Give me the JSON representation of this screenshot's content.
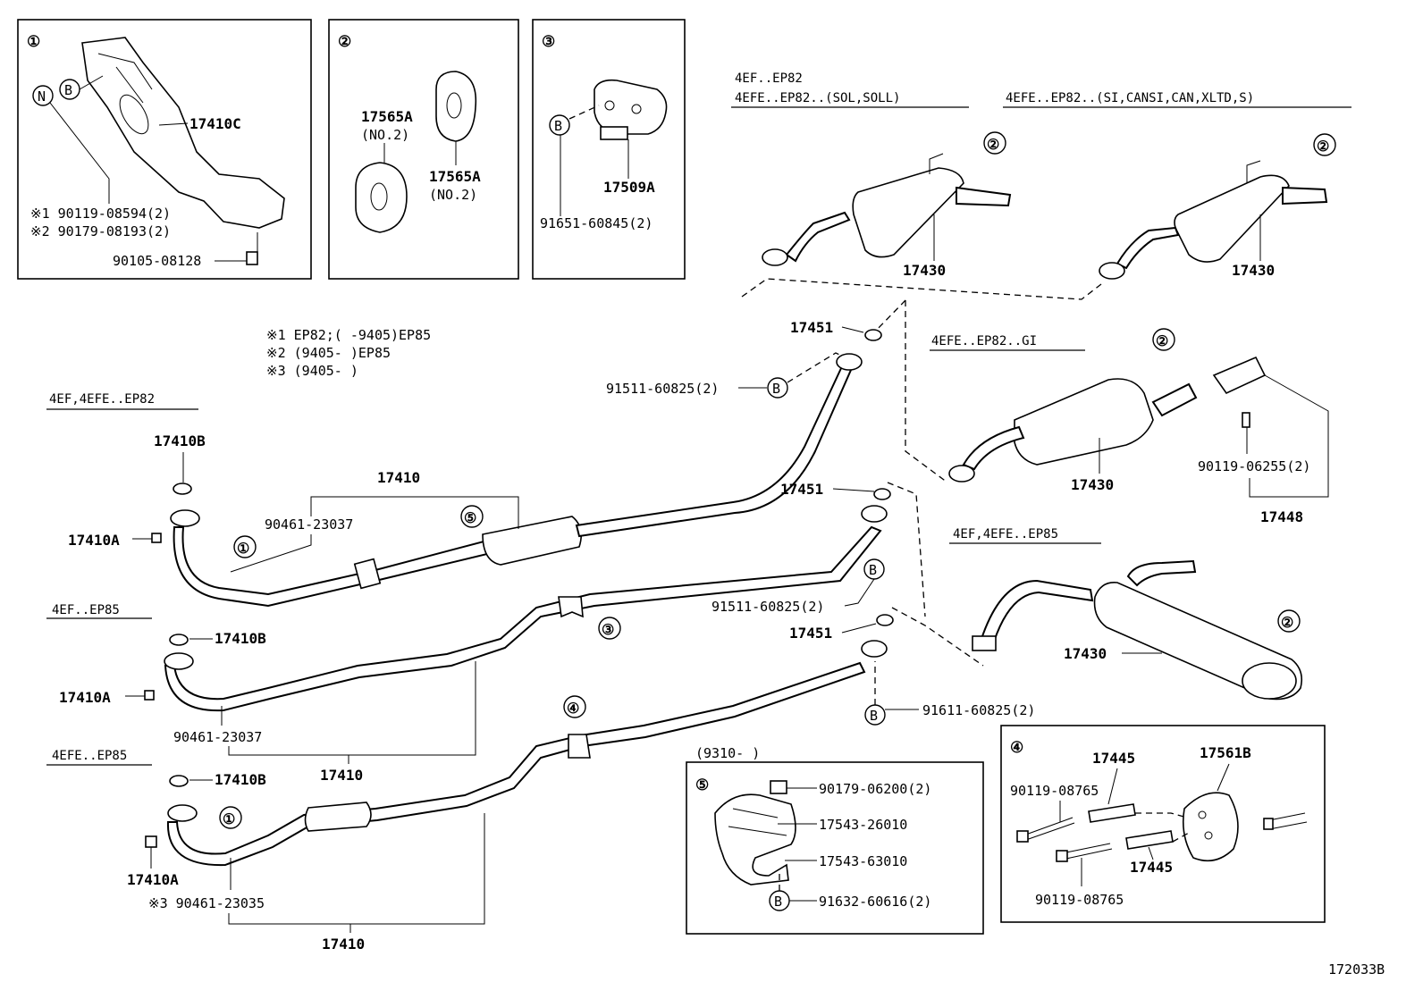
{
  "diagram_id": "172033B",
  "notes": [
    "※1 EP82;(      -9405)EP85",
    "※2 (9405-      )EP85",
    "※3 (9405-      )"
  ],
  "variants": {
    "ep82_sol": [
      "4EF..EP82",
      "4EFE..EP82..(SOL,SOLL)"
    ],
    "ep82_si": "4EFE..EP82..(SI,CANSI,CAN,XLTD,S)",
    "ep82_gi": "4EFE..EP82..GI",
    "ep85_muffler": "4EF,4EFE..EP85",
    "main_ep82": "4EF,4EFE..EP82",
    "main_ep85": "4EF..EP85",
    "main_efe85": "4EFE..EP85"
  },
  "insets": {
    "i1": {
      "num": "①",
      "parts": [
        "17410C",
        "90105-08128"
      ],
      "notes": [
        "※1 90119-08594(2)",
        "※2 90179-08193(2)"
      ],
      "symbols": [
        "N",
        "B"
      ]
    },
    "i2": {
      "num": "②",
      "parts": [
        "17565A",
        "17565A"
      ],
      "subs": [
        "(NO.2)",
        "(NO.2)"
      ]
    },
    "i3": {
      "num": "③",
      "parts": [
        "17509A",
        "91651-60845(2)"
      ],
      "symbol": "B"
    },
    "i4": {
      "num": "④",
      "parts": [
        "17445",
        "17561B",
        "90119-08765",
        "17445",
        "90119-08765"
      ]
    },
    "i5": {
      "num": "⑤",
      "header": "(9310-      )",
      "parts": [
        "90179-06200(2)",
        "17543-26010",
        "17543-63010",
        "91632-60616(2)"
      ],
      "symbol": "B"
    }
  },
  "labels": {
    "p17451": "17451",
    "p91511": "91511-60825(2)",
    "p91611": "91611-60825(2)",
    "p17410": "17410",
    "p17410A": "17410A",
    "p17410B": "17410B",
    "p90461_37": "90461-23037",
    "p90461_35": "※3 90461-23035",
    "p17430": "17430",
    "p17448": "17448",
    "p90119_06255": "90119-06255(2)",
    "B": "B",
    "c1": "①",
    "c2": "②",
    "c3": "③",
    "c4": "④",
    "c5": "⑤"
  }
}
